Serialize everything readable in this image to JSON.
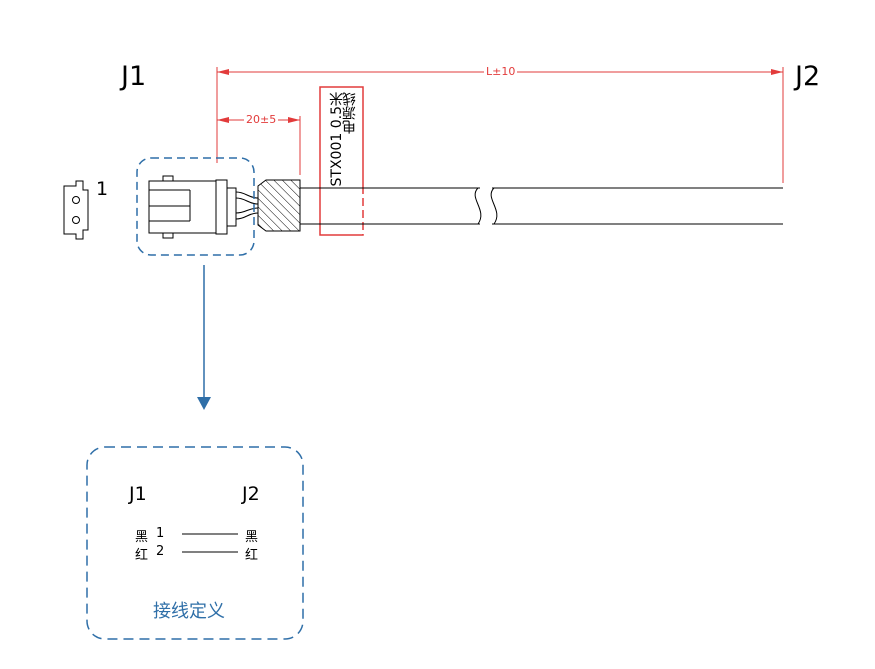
{
  "labels": {
    "j1": "J1",
    "j2": "J2",
    "pin_one": "1"
  },
  "dimensions": {
    "length": "L±10",
    "strip": "20±5"
  },
  "cable_tag": {
    "line1": "STX001 0.5米",
    "line2": "电源线"
  },
  "wiring": {
    "left_title": "J1",
    "right_title": "J2",
    "rows": [
      {
        "left_color": "黑",
        "left_pin": "1",
        "right_color": "黑"
      },
      {
        "left_color": "红",
        "left_pin": "2",
        "right_color": "红"
      }
    ],
    "caption": "接线定义"
  },
  "colors": {
    "dimension": "#e23b3b",
    "callout": "#2f6fa8",
    "line": "#000000"
  }
}
